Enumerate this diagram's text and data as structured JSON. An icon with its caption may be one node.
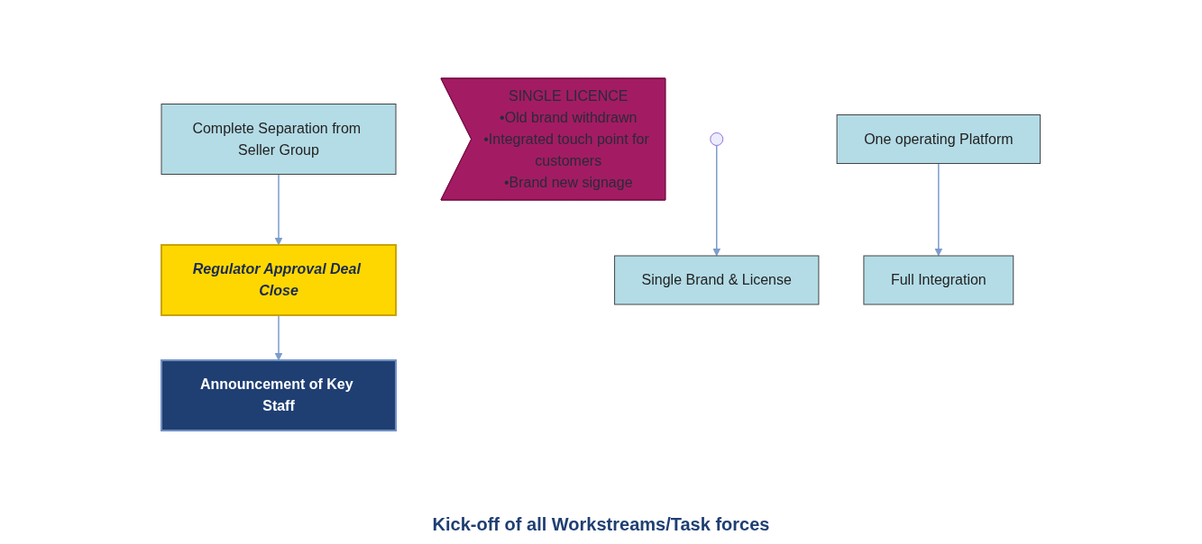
{
  "diagram": {
    "nodes": [
      {
        "text": [
          "Complete Separation from Seller Group"
        ]
      },
      {
        "text": [
          "Regulator Approval Deal Close"
        ]
      },
      {
        "text": [
          "Announcement of Key Staff"
        ]
      },
      {
        "text": [
          "SINGLE LICENCE",
          "•Old brand withdrawn",
          "•Integrated touch point for customers",
          "•Brand new signage"
        ]
      },
      {
        "text": [
          "One operating Platform"
        ]
      },
      {
        "text": [
          "Single Brand & License"
        ]
      },
      {
        "text": [
          "Full Integration"
        ]
      }
    ],
    "edges": [
      {
        "from": 0,
        "to": 1,
        "arrow": "to"
      },
      {
        "from": 1,
        "to": 2,
        "arrow": "to"
      },
      {
        "from": null,
        "to": 5,
        "arrow": "to"
      },
      {
        "from": 4,
        "to": 6,
        "arrow": "to"
      }
    ],
    "labels": [
      "Kick-off of all Workstreams/Task forces"
    ]
  }
}
